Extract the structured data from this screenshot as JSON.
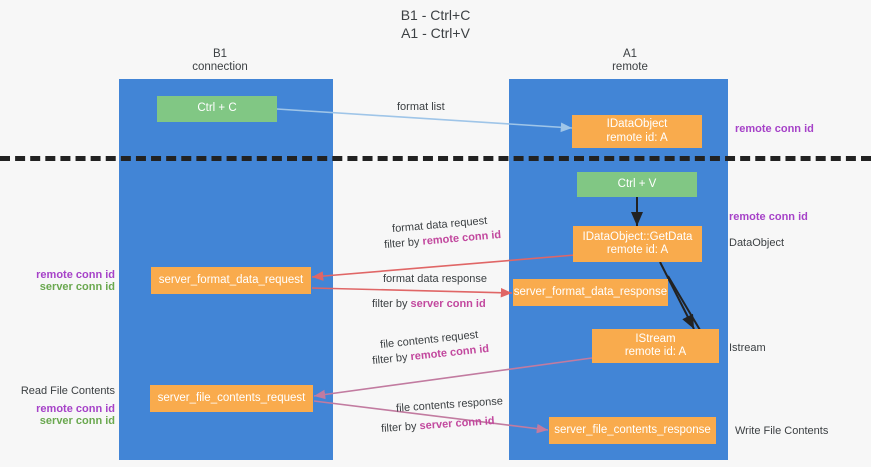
{
  "title": {
    "line1": "B1 - Ctrl+C",
    "line2": "A1 - Ctrl+V"
  },
  "colors": {
    "lane": "#4285d6",
    "box_orange": "#f9ab4d",
    "box_green": "#81c784",
    "purple": "#a642c8",
    "pink": "#c2489e",
    "green": "#6aa84f",
    "arrow_blue": "#9fc5e8",
    "arrow_red": "#e06666",
    "arrow_magenta": "#c27ba0",
    "arrow_black": "#222222",
    "background": "#f7f7f7"
  },
  "lanes": [
    {
      "id": "b1",
      "header_line1": "B1",
      "header_line2": "connection"
    },
    {
      "id": "a1",
      "header_line1": "A1",
      "header_line2": "remote"
    }
  ],
  "boxes": [
    {
      "id": "ctrl-c",
      "kind": "green",
      "line1": "Ctrl + C",
      "line2": ""
    },
    {
      "id": "idataobject-remote",
      "kind": "orange",
      "line1": "IDataObject",
      "line2": "remote id: A"
    },
    {
      "id": "ctrl-v",
      "kind": "green",
      "line1": "Ctrl + V",
      "line2": ""
    },
    {
      "id": "getdata",
      "kind": "orange",
      "line1": "IDataObject::GetData",
      "line2": "remote id: A"
    },
    {
      "id": "server-format-data-request",
      "kind": "orange",
      "line1": "server_format_data_request",
      "line2": ""
    },
    {
      "id": "server-format-data-response",
      "kind": "orange",
      "line1": "server_format_data_response",
      "line2": ""
    },
    {
      "id": "istream",
      "kind": "orange",
      "line1": "IStream",
      "line2": "remote id: A"
    },
    {
      "id": "server-file-contents-request",
      "kind": "orange",
      "line1": "server_file_contents_request",
      "line2": ""
    },
    {
      "id": "server-file-contents-response",
      "kind": "orange",
      "line1": "server_file_contents_response",
      "line2": ""
    }
  ],
  "edge_labels": {
    "format_list": "format list",
    "format_data_request": "format data request",
    "format_data_request_filter_prefix": "filter by ",
    "format_data_request_filter_key": "remote conn id",
    "format_data_response": "format data response",
    "format_data_response_filter_prefix": "filter by ",
    "format_data_response_filter_key": "server conn id",
    "file_contents_request": "file contents request",
    "file_contents_request_filter_prefix": "filter by ",
    "file_contents_request_filter_key": "remote conn id",
    "file_contents_response": "file contents response",
    "file_contents_response_filter_prefix": "filter by ",
    "file_contents_response_filter_key": "server conn id"
  },
  "annotations": {
    "right_remote_conn_id_top": "remote conn id",
    "right_remote_conn_id_mid": "remote conn id",
    "right_dataobject": "DataObject",
    "right_istream": "Istream",
    "right_write_file_contents": "Write File Contents",
    "left_remote_conn_id": "remote conn id",
    "left_server_conn_id": "server conn id",
    "left_read_file_contents": "Read File Contents",
    "left_remote_conn_id_2": "remote conn id",
    "left_server_conn_id_2": "server conn id"
  }
}
